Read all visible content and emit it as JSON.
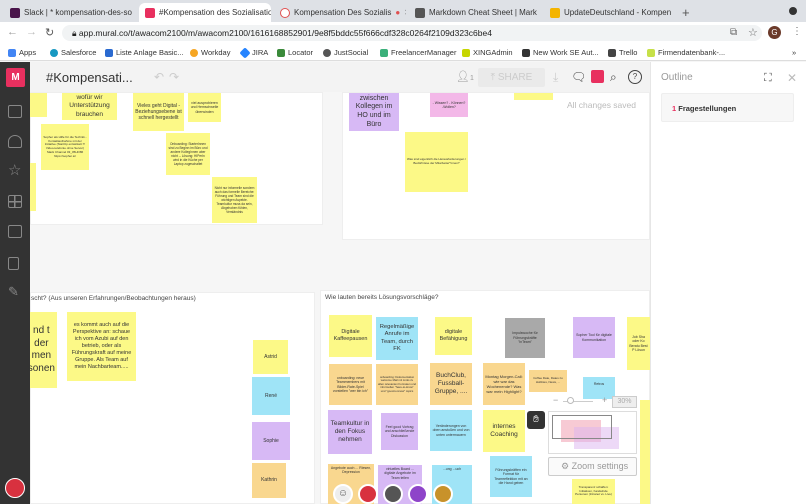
{
  "browser": {
    "tabs": [
      {
        "label": "Slack | * kompensation-des-so",
        "color": "#4a154b"
      },
      {
        "label": "#Kompensation des Sozialisatio",
        "color": "#e8305f"
      },
      {
        "label": "Kompensation Des Sozialis",
        "color": "#e05050"
      },
      {
        "label": "Markdown Cheat Sheet | Mark",
        "color": "#555"
      },
      {
        "label": "UpdateDeutschland - Kompen",
        "color": "#f4b400"
      }
    ],
    "new_tab": "+",
    "url": "app.mural.co/t/awacom2100/m/awacom2100/1616168852901/9e8f5bddc55f666cdf328c0264f2109d323c6be4",
    "profile": "G",
    "bookmarks": [
      "Apps",
      "Salesforce",
      "Liste Anlage Basic...",
      "Workday",
      "JIRA",
      "Locator",
      "JustSocial",
      "FreelancerManager",
      "XINGAdmin",
      "New Work SE Aut...",
      "Trello",
      "Firmendatenbank-..."
    ],
    "more": "»"
  },
  "app": {
    "logo": "M",
    "title": "#Kompensati...",
    "user_count": "1",
    "share_label": "SHARE",
    "status": "All changes saved",
    "accent": "#e8305f"
  },
  "outline": {
    "title": "Outline",
    "items": [
      {
        "num": "1",
        "label": "Fragestellungen"
      }
    ]
  },
  "frames": {
    "bottom_left_title": "scht? (Aus unseren Erfahrungen/Beobachtungen heraus)",
    "bottom_right_title": "Wie lauten bereits Lösungsvorschläge?"
  },
  "stickies_top": [
    "wofür wir Unterstützung brauchen",
    "Vieles geht Digital - Beziehungsebene ist schnell hergestellt",
    "viel ausprobieren und Hemschwelle überwinden",
    "Sopher als Hilfe für die Technik - Kontaktaufnahme mit der Initiative (StartUp entwickelt !!! Video-telefonie ohne Server) Slack Channel 03_05HO86 https://sopher.io/",
    "Onboarding: StarterInnen sind zu Beginn im Büro und andere KollegInnen aber nicht -- Lösung: HIPerIn wird in die Küche per Laptop zugeschaltet",
    "Nicht nur informelle sondern auch das formelle Bereiche: Führung und Team sind die wichtigen Aspekte. Teamkultur muss da sein, Abgehoben fühlen, Verständnis",
    "zwischen Kollegen im HO und im Büro",
    "- Wissen? - Können? -Wollen?",
    "Was sind eigentlich die Herausforderungen / Bedürfnisse der Mitarbeiter*innen?"
  ],
  "stickies_left": [
    "nd t der men sonen",
    "es kommt auch auf die Perspektive an: schaue ich vom Azubi auf den betrieb, oder als Führungskraft auf meine Gruppe. Als Team auf mein Nachbarteam.....",
    "Astrid",
    "René",
    "Sophie",
    "Kathrin"
  ],
  "stickies_right": [
    "Digitale Kaffeepausen",
    "Regelmäßige Anrufe im Team, durch FK",
    "digitale Befähigung",
    "Impulswoche für Führungskräfte \"inTeam\"",
    "Sopher Tool für digitale Kommunikation",
    "Job Sha oder Ko Beratu Best P Lösun",
    "onboarding: neue Teammembers mit Bilder-Rate-Spiel vorstellen \"wer bin ich\"",
    "onboarding: Dokumentation welcome Mail mit Links zu allen relevanten Formaten und informellen \"have-to-know\" und \"good-to-know\" topics",
    "BuchClub, Fussball-Gruppe, ....",
    "Montag Morgen-Call: wie war das Wochenende? Was war mein Highlight?",
    "Coffee Date, Dates zu Hobbies, News, ...",
    "Retros",
    "Teamkultur in den Fokus nehmen",
    "Feel good Vortrag und anschließende Diskussion",
    "Veränderungen von oben anstoßen und von unten untermauern",
    "internes Coaching",
    "Angebote auch ... Riesen, Depression",
    "virtuelles Board ... digitale Angebote im Team teilen",
    "...ung ...uch",
    "Führungskräften ein Format für Teamreflektion mit an die Hand geben",
    "Transparenz schaffen: Initiativen, handelnde Personen (Intranet vs. Live)"
  ],
  "zoom": {
    "minus": "−",
    "plus": "+",
    "level": "30%",
    "settings_label": "Zoom settings"
  }
}
